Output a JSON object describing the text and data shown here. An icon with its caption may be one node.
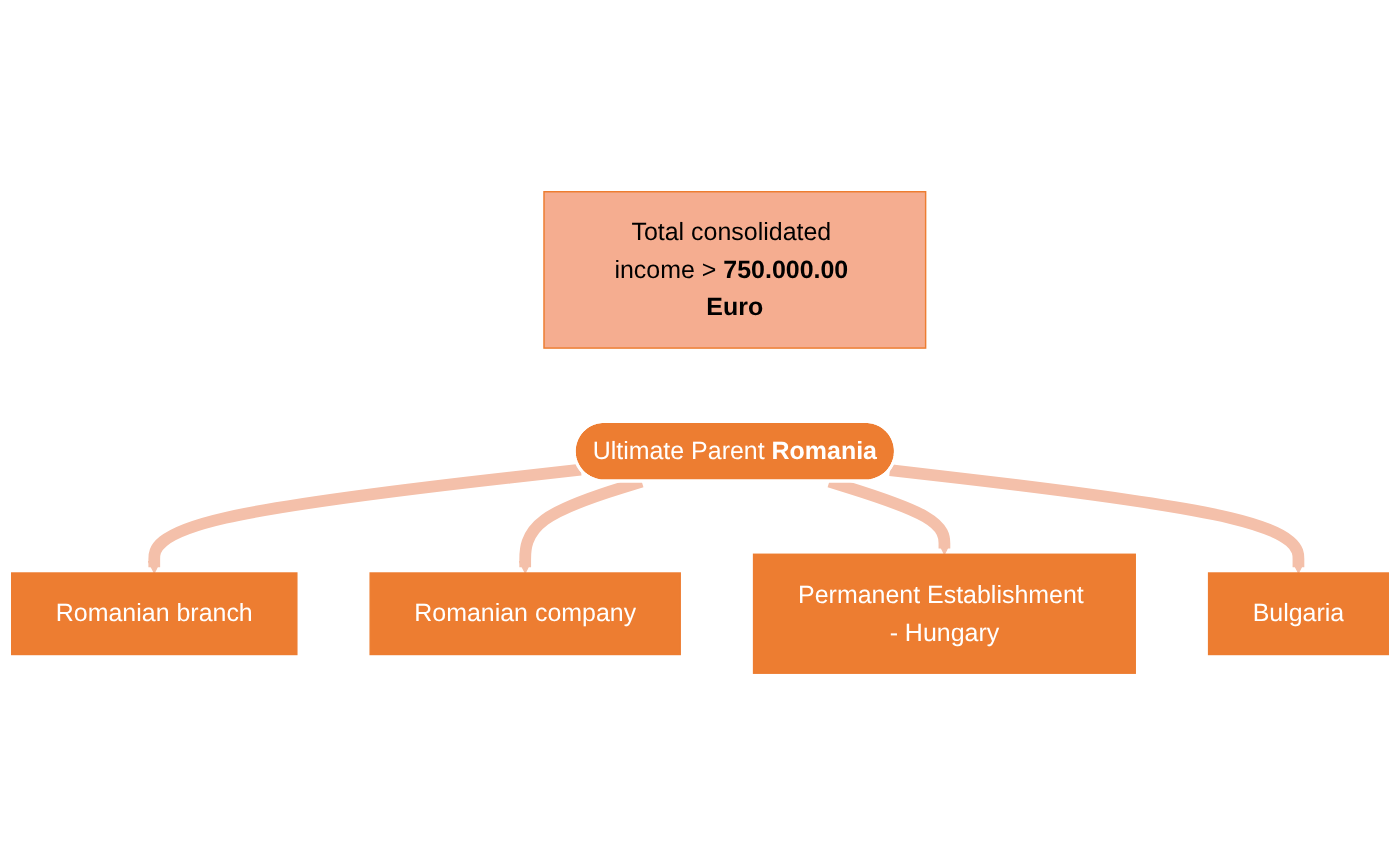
{
  "diagram": {
    "nodes": [
      {
        "text": [
          "Total consolidated income > **750.000.00 Euro**"
        ]
      },
      {
        "text": [
          "Ultimate Parent **Romania**"
        ]
      },
      {
        "text": [
          "Romanian branch"
        ]
      },
      {
        "text": [
          "Romanian company"
        ]
      },
      {
        "text": [
          "Permanent Establishment - Hungary"
        ]
      },
      {
        "text": [
          "Bulgaria"
        ]
      }
    ],
    "edges": [
      {
        "from": 1,
        "to": 2,
        "arrow": "to"
      },
      {
        "from": 1,
        "to": 3,
        "arrow": "to"
      },
      {
        "from": 1,
        "to": 4,
        "arrow": "to"
      },
      {
        "from": 1,
        "to": 5,
        "arrow": "to"
      }
    ]
  }
}
